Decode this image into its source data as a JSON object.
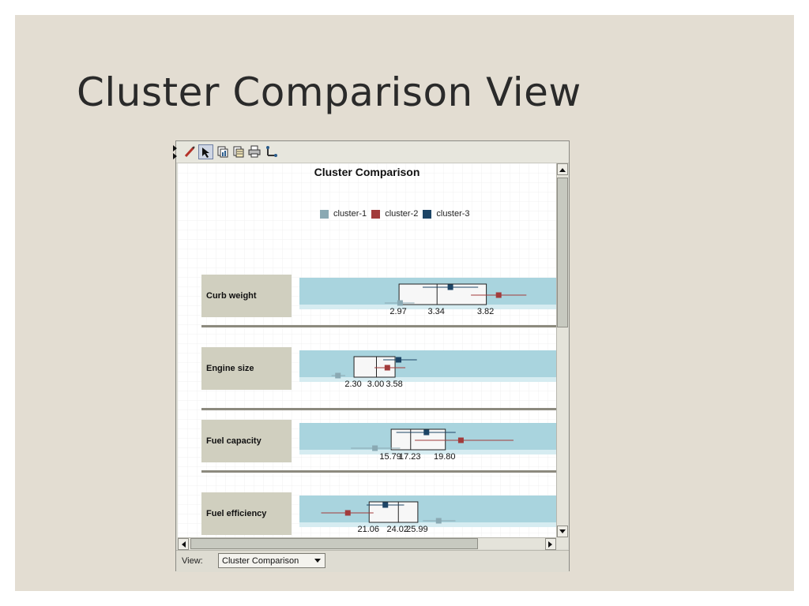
{
  "slide": {
    "title": "Cluster Comparison View"
  },
  "toolbar": {
    "buttons": [
      {
        "name": "brush-icon",
        "active": false
      },
      {
        "name": "pointer-icon",
        "active": true
      },
      {
        "name": "copy-chart-icon",
        "active": false
      },
      {
        "name": "copy-data-icon",
        "active": false
      },
      {
        "name": "print-icon",
        "active": false
      },
      {
        "name": "axis-icon",
        "active": false
      }
    ]
  },
  "chart": {
    "title": "Cluster Comparison",
    "legend": [
      {
        "label": "cluster-1",
        "color": "#8aa9b3"
      },
      {
        "label": "cluster-2",
        "color": "#a23b3b"
      },
      {
        "label": "cluster-3",
        "color": "#1d4566"
      }
    ],
    "rows": [
      {
        "label": "Curb weight"
      },
      {
        "label": "Engine size"
      },
      {
        "label": "Fuel capacity"
      },
      {
        "label": "Fuel efficiency"
      }
    ]
  },
  "chart_data": {
    "type": "boxplot-comparison",
    "title": "Cluster Comparison",
    "series_names": [
      "cluster-1",
      "cluster-2",
      "cluster-3"
    ],
    "colors": {
      "cluster-1": "#8aa9b3",
      "cluster-2": "#a23b3b",
      "cluster-3": "#1d4566",
      "band": "#a9d4de"
    },
    "variables": [
      {
        "name": "Curb weight",
        "tick_labels": [
          "2.97",
          "3.34",
          "3.82"
        ],
        "box": {
          "q1": 2.97,
          "median": 3.34,
          "q3": 3.82
        },
        "axis": {
          "min": 2.0,
          "max": 4.5
        },
        "clusters": [
          {
            "name": "cluster-1",
            "mean": 2.98,
            "low": 2.83,
            "high": 3.12
          },
          {
            "name": "cluster-2",
            "mean": 3.94,
            "low": 3.67,
            "high": 4.21
          },
          {
            "name": "cluster-3",
            "mean": 3.47,
            "low": 3.2,
            "high": 3.74
          }
        ]
      },
      {
        "name": "Engine size",
        "tick_labels": [
          "2.30",
          "3.00",
          "3.58"
        ],
        "box": {
          "q1": 2.3,
          "median": 3.0,
          "q3": 3.58
        },
        "axis": {
          "min": 0.6,
          "max": 8.6
        },
        "clusters": [
          {
            "name": "cluster-1",
            "mean": 1.8,
            "low": 1.6,
            "high": 2.03
          },
          {
            "name": "cluster-2",
            "mean": 3.34,
            "low": 2.94,
            "high": 3.9
          },
          {
            "name": "cluster-3",
            "mean": 3.69,
            "low": 3.21,
            "high": 4.26
          }
        ]
      },
      {
        "name": "Fuel capacity",
        "tick_labels": [
          "15.79",
          "17.23",
          "19.80"
        ],
        "box": {
          "q1": 15.79,
          "median": 17.23,
          "q3": 19.8
        },
        "axis": {
          "min": 9.0,
          "max": 28.0
        },
        "clusters": [
          {
            "name": "cluster-1",
            "mean": 14.59,
            "low": 12.81,
            "high": 16.45
          },
          {
            "name": "cluster-2",
            "mean": 20.95,
            "low": 17.54,
            "high": 24.84
          },
          {
            "name": "cluster-3",
            "mean": 18.4,
            "low": 16.17,
            "high": 20.56
          }
        ]
      },
      {
        "name": "Fuel efficiency",
        "tick_labels": [
          "21.06",
          "24.02",
          "25.99"
        ],
        "box": {
          "q1": 21.06,
          "median": 24.02,
          "q3": 25.99
        },
        "axis": {
          "min": 14.0,
          "max": 40.0
        },
        "clusters": [
          {
            "name": "cluster-1",
            "mean": 28.1,
            "low": 26.5,
            "high": 29.8
          },
          {
            "name": "cluster-2",
            "mean": 18.9,
            "low": 16.2,
            "high": 21.5
          },
          {
            "name": "cluster-3",
            "mean": 22.7,
            "low": 20.8,
            "high": 24.6
          }
        ]
      }
    ]
  },
  "statusbar": {
    "view_label": "View:",
    "view_value": "Cluster Comparison"
  }
}
